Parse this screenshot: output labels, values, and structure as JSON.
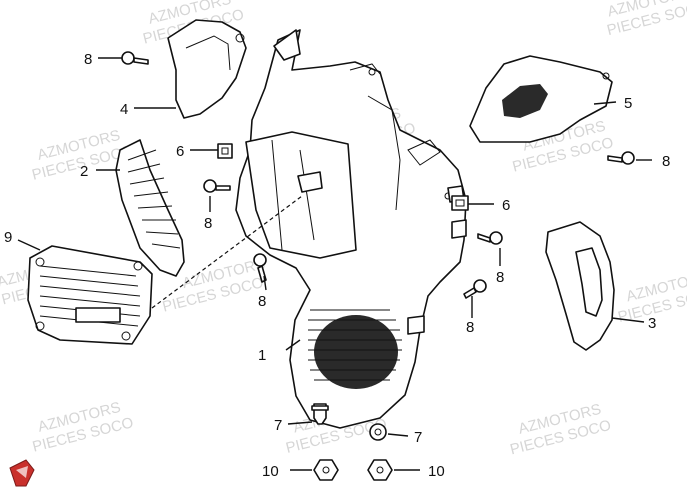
{
  "watermark": {
    "line1": "AZMOTORS",
    "line2": "PIECES SOCO"
  },
  "callouts": [
    "1",
    "2",
    "3",
    "4",
    "5",
    "6",
    "6",
    "7",
    "7",
    "8",
    "8",
    "8",
    "8",
    "8",
    "8",
    "9",
    "10",
    "10"
  ]
}
